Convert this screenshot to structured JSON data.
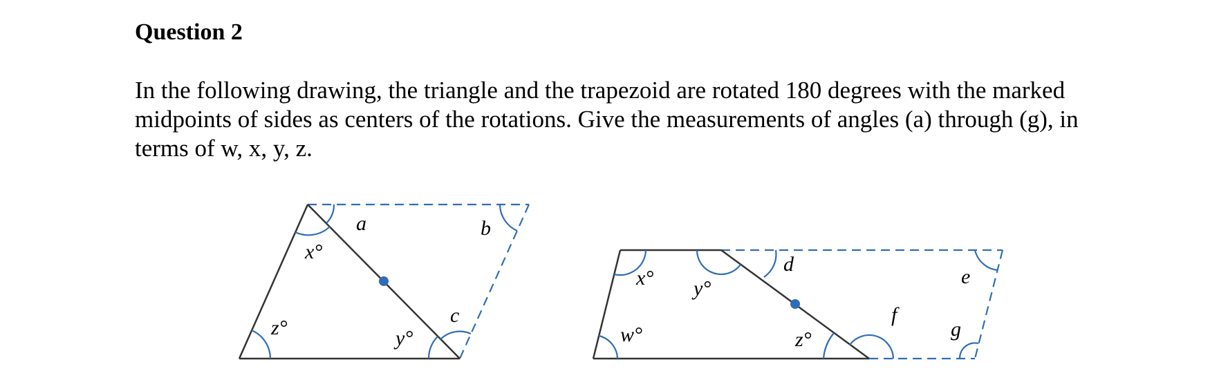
{
  "question": {
    "heading": "Question 2",
    "text": "In the following drawing, the triangle and the trapezoid are rotated 180 degrees with the marked midpoints of sides as centers of the rotations. Give the measurements of angles (a) through (g), in terms of w, x, y, z."
  },
  "figure": {
    "colors": {
      "outline": "#333333",
      "arc": "#2f6db5",
      "dashed": "#2f6db5",
      "midpoint": "#2f6db5"
    },
    "triangle_labels": {
      "x": "x°",
      "y": "y°",
      "z": "z°",
      "a": "a",
      "b": "b",
      "c": "c"
    },
    "trapezoid_labels": {
      "x": "x°",
      "y": "y°",
      "w": "w°",
      "z": "z°",
      "d": "d",
      "e": "e",
      "f": "f",
      "g": "g"
    }
  }
}
